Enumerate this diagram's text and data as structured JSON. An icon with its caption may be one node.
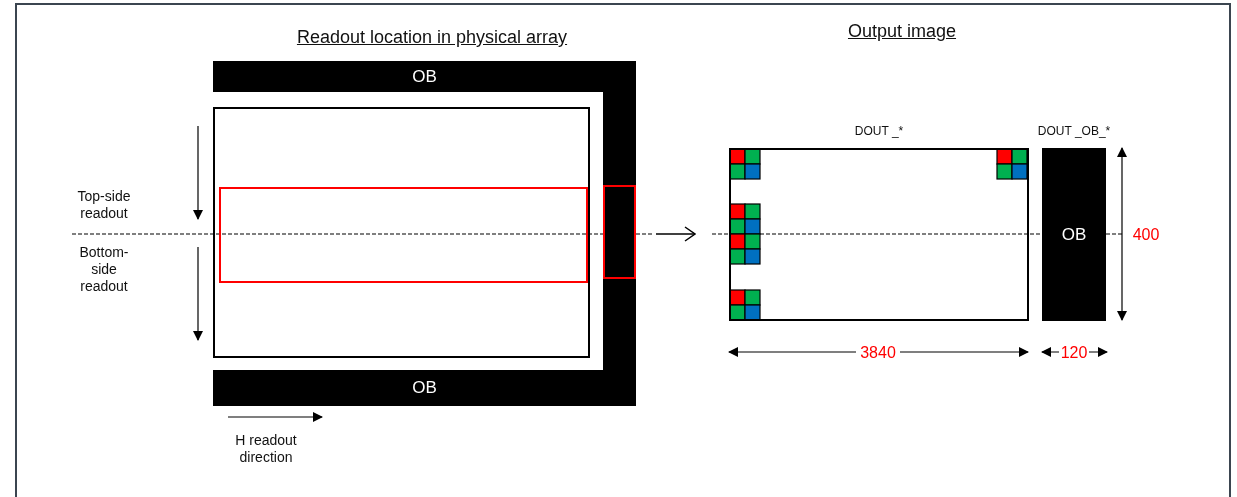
{
  "diagram": {
    "nodes": [
      {
        "text": [
          "OB"
        ]
      },
      {
        "text": [],
        "shape": "box"
      },
      {
        "text": [],
        "shape": "box",
        "in": 1
      },
      {
        "text": [],
        "shape": "bar"
      },
      {
        "text": [],
        "shape": "box",
        "in": 3
      },
      {
        "text": [
          "OB"
        ]
      },
      {
        "text": [],
        "shape": "box",
        "beside": [
          "DOUT _*"
        ]
      },
      {
        "text": [
          "OB"
        ],
        "beside": [
          "DOUT _OB_*"
        ]
      }
    ],
    "edges": [
      {
        "from": 4,
        "to": 6,
        "arrow": "to"
      }
    ],
    "labels": [
      "Readout location in physical array",
      "Output image",
      "Top-side readout",
      "Bottom-side readout",
      "H readout direction",
      "3840",
      "120",
      "400"
    ]
  }
}
